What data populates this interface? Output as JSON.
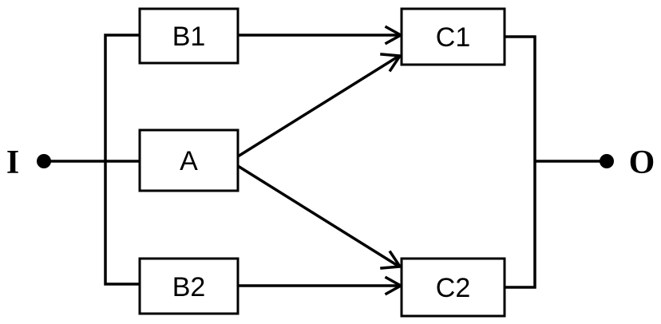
{
  "terminals": {
    "input": {
      "label": "I"
    },
    "output": {
      "label": "O"
    }
  },
  "blocks": {
    "a": {
      "label": "A"
    },
    "b1": {
      "label": "B1"
    },
    "b2": {
      "label": "B2"
    },
    "c1": {
      "label": "C1"
    },
    "c2": {
      "label": "C2"
    }
  },
  "connections": [
    {
      "from": "I",
      "to": "A"
    },
    {
      "from": "I",
      "to": "B1"
    },
    {
      "from": "I",
      "to": "B2"
    },
    {
      "from": "B1",
      "to": "C1"
    },
    {
      "from": "A",
      "to": "C1"
    },
    {
      "from": "A",
      "to": "C2"
    },
    {
      "from": "B2",
      "to": "C2"
    },
    {
      "from": "C1",
      "to": "O"
    },
    {
      "from": "C2",
      "to": "O"
    }
  ],
  "colors": {
    "line": "#000000",
    "background": "#ffffff"
  }
}
